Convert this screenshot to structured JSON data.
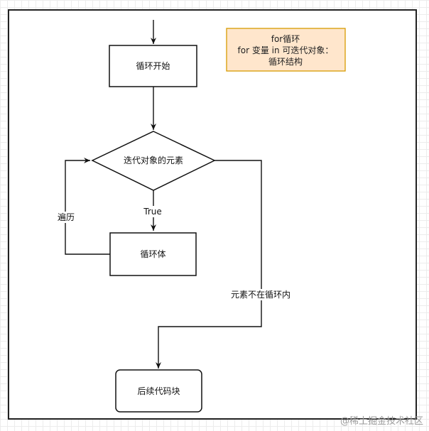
{
  "nodes": {
    "loop_start": "循环开始",
    "decision": "迭代对象的元素",
    "loop_body": "循环体",
    "next_block": "后续代码块"
  },
  "edges": {
    "true_label": "True",
    "traverse_label": "遍历",
    "exit_label": "元素不在循环内"
  },
  "note": {
    "line1": "for循环",
    "line2": "for 变量  in 可迭代对象：",
    "line3": "循环结构",
    "fill": "#ffe6cc",
    "border": "#d79b00"
  },
  "watermark": "@稀土掘金技术社区"
}
